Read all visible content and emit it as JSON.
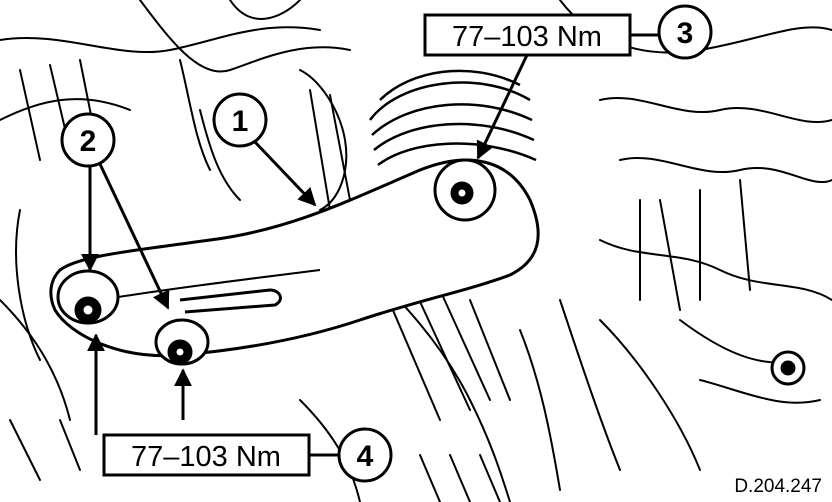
{
  "callouts": {
    "c1": "1",
    "c2": "2",
    "c3": "3",
    "c4": "4"
  },
  "torque": {
    "top": "77–103 Nm",
    "bottom": "77–103 Nm"
  },
  "figure_ref": "D.204.247",
  "colors": {
    "ink": "#000000",
    "paper": "#ffffff"
  }
}
